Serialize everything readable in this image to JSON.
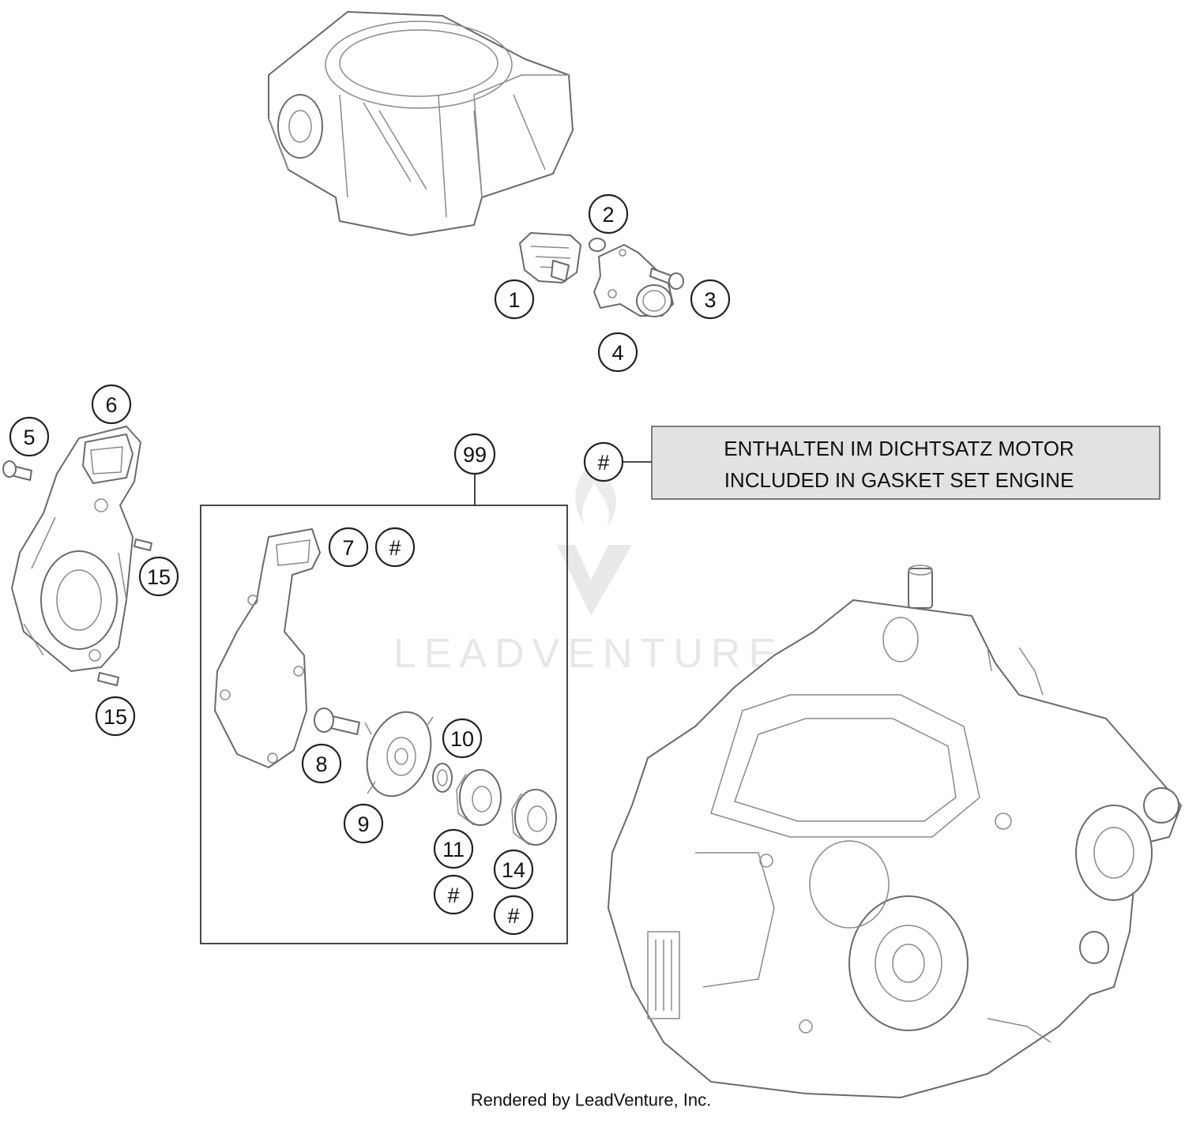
{
  "callouts": [
    {
      "label": "1"
    },
    {
      "label": "2"
    },
    {
      "label": "3"
    },
    {
      "label": "4"
    },
    {
      "label": "5"
    },
    {
      "label": "6"
    },
    {
      "label": "15"
    },
    {
      "label": "15"
    },
    {
      "label": "99"
    },
    {
      "label": "7"
    },
    {
      "label": "#"
    },
    {
      "label": "8"
    },
    {
      "label": "9"
    },
    {
      "label": "10"
    },
    {
      "label": "11"
    },
    {
      "label": "#"
    },
    {
      "label": "14"
    },
    {
      "label": "#"
    },
    {
      "label": "#"
    }
  ],
  "note": {
    "line1": "ENTHALTEN IM DICHTSATZ MOTOR",
    "line2": "INCLUDED IN GASKET SET ENGINE"
  },
  "watermark": "LEADVENTURE",
  "footer": "Rendered by LeadVenture, Inc.",
  "colors": {
    "note_box_fill": "#e2e2e2",
    "outline": "#6a6a6a",
    "watermark": "#d4d4d4"
  }
}
